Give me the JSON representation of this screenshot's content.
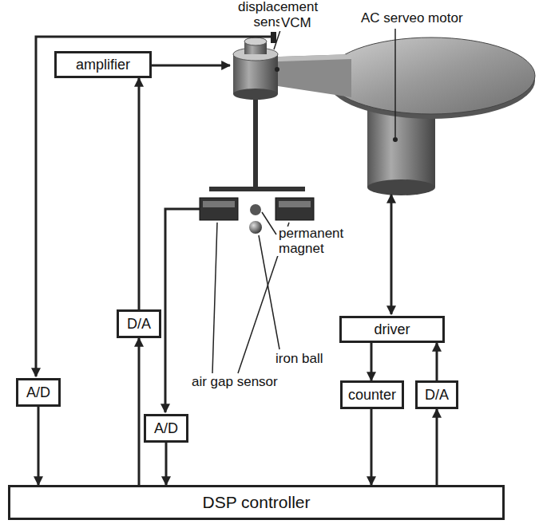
{
  "diagram": {
    "nodes": [
      {
        "text": [
          "amplifier"
        ]
      },
      {
        "text": [
          "D/A"
        ]
      },
      {
        "text": [
          "A/D"
        ]
      },
      {
        "text": [
          "A/D"
        ]
      },
      {
        "text": [
          "driver"
        ]
      },
      {
        "text": [
          "counter"
        ]
      },
      {
        "text": [
          "D/A"
        ]
      },
      {
        "text": [
          "DSP controller"
        ]
      }
    ],
    "edges": [
      {
        "from": 1,
        "to": 0,
        "arrow": "to"
      },
      {
        "from": 7,
        "to": 1,
        "arrow": "to"
      },
      {
        "from": 2,
        "to": 7,
        "arrow": "to"
      },
      {
        "from": 3,
        "to": 7,
        "arrow": "to"
      },
      {
        "from": 4,
        "to": 5,
        "arrow": "to"
      },
      {
        "from": 5,
        "to": 7,
        "arrow": "to"
      },
      {
        "from": 7,
        "to": 6,
        "arrow": "to"
      },
      {
        "from": 6,
        "to": 4,
        "arrow": "to"
      }
    ],
    "labels": [
      "displacement sensor",
      "VCM",
      "AC serveo motor",
      "permanent magnet",
      "iron ball",
      "air gap sensor"
    ]
  }
}
